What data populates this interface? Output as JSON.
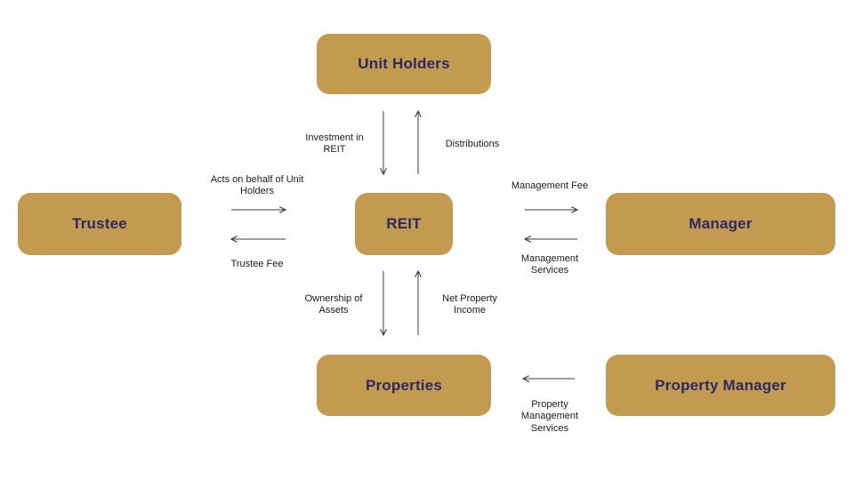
{
  "nodes": {
    "unit_holders": "Unit Holders",
    "trustee": "Trustee",
    "reit": "REIT",
    "manager": "Manager",
    "properties": "Properties",
    "property_manager": "Property Manager"
  },
  "edges": {
    "investment": "Investment in REIT",
    "distributions": "Distributions",
    "acts_on_behalf": "Acts on behalf of Unit Holders",
    "trustee_fee": "Trustee Fee",
    "management_fee": "Management Fee",
    "management_services": "Management Services",
    "ownership": "Ownership of Assets",
    "net_property_income": "Net Property Income",
    "property_mgmt_services": "Property Management Services"
  },
  "colors": {
    "node_fill": "#C39B50",
    "node_text": "#2D2A63",
    "arrow": "#3B3B3B",
    "background": "#FFFFFF"
  }
}
